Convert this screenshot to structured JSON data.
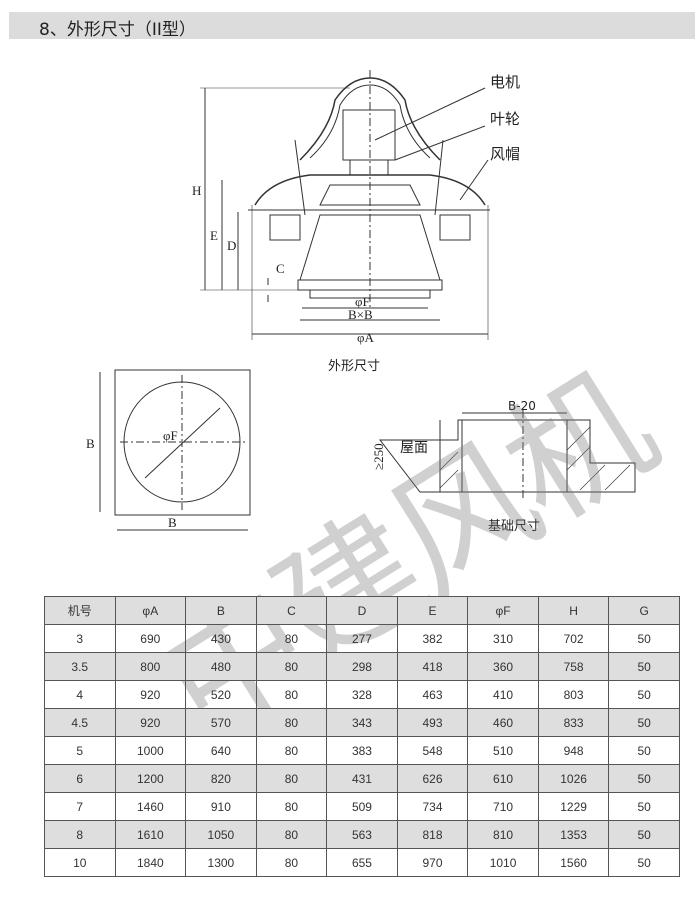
{
  "title": "8、外形尺寸（II型）",
  "watermark": "中建风机",
  "drawing": {
    "labels": {
      "motor": "电机",
      "impeller": "叶轮",
      "hood": "风帽"
    },
    "dims": {
      "H": "H",
      "E": "E",
      "D": "D",
      "C": "C",
      "F": "φF",
      "BxB": "B×B",
      "A": "φA"
    },
    "caption": "外形尺寸"
  },
  "plan": {
    "B_vertical": "B",
    "F": "φF",
    "B_horizontal": "B"
  },
  "foundation": {
    "width": "B-20",
    "height": "≥250",
    "roof": "屋面",
    "caption": "基础尺寸"
  },
  "table": {
    "headers": [
      "机号",
      "φA",
      "B",
      "C",
      "D",
      "E",
      "φF",
      "H",
      "G"
    ],
    "rows": [
      [
        "3",
        "690",
        "430",
        "80",
        "277",
        "382",
        "310",
        "702",
        "50"
      ],
      [
        "3.5",
        "800",
        "480",
        "80",
        "298",
        "418",
        "360",
        "758",
        "50"
      ],
      [
        "4",
        "920",
        "520",
        "80",
        "328",
        "463",
        "410",
        "803",
        "50"
      ],
      [
        "4.5",
        "920",
        "570",
        "80",
        "343",
        "493",
        "460",
        "833",
        "50"
      ],
      [
        "5",
        "1000",
        "640",
        "80",
        "383",
        "548",
        "510",
        "948",
        "50"
      ],
      [
        "6",
        "1200",
        "820",
        "80",
        "431",
        "626",
        "610",
        "1026",
        "50"
      ],
      [
        "7",
        "1460",
        "910",
        "80",
        "509",
        "734",
        "710",
        "1229",
        "50"
      ],
      [
        "8",
        "1610",
        "1050",
        "80",
        "563",
        "818",
        "810",
        "1353",
        "50"
      ],
      [
        "10",
        "1840",
        "1300",
        "80",
        "655",
        "970",
        "1010",
        "1560",
        "50"
      ]
    ]
  }
}
